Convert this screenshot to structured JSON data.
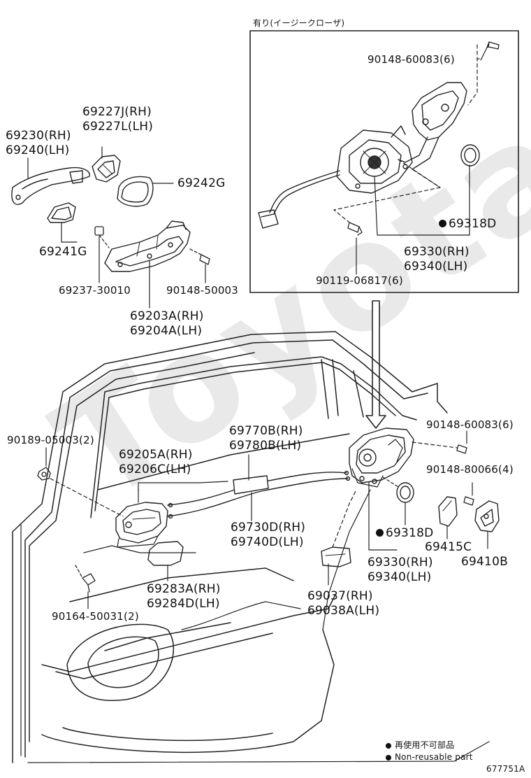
{
  "inset": {
    "title": "有り(イージークローザ)",
    "labels": {
      "bolt_top": "90148-60083(6)",
      "non_reusable_part": "69318D",
      "lock_rh": "69330(RH)",
      "lock_lh": "69340(LH)",
      "bolt_bottom": "90119-06817(6)"
    }
  },
  "handle_group": {
    "cover_rh": "69227J(RH)",
    "cover_lh": "69227L(LH)",
    "handle_rh": "69230(RH)",
    "handle_lh": "69240(LH)",
    "pad_rear": "69242G",
    "pad_front": "69241G",
    "cap": "69237-30010",
    "bolt": "90148-50003",
    "frame_rh": "69203A(RH)",
    "frame_lh": "69204A(LH)"
  },
  "door_group": {
    "clip": "90189-05003(2)",
    "inner_handle_rh": "69205A(RH)",
    "inner_handle_lh": "69206C(LH)",
    "cable_rh": "69770B(RH)",
    "cable_lh": "69780B(LH)",
    "rod_rh": "69730D(RH)",
    "rod_lh": "69740D(LH)",
    "bezel_rh": "69283A(RH)",
    "bezel_lh": "69284D(LH)",
    "screw": "90164-50031(2)",
    "striker_screw": "90148-60083(6)",
    "striker_bolt": "90148-80066(4)",
    "non_reusable_part": "69318D",
    "lock_rh": "69330(RH)",
    "lock_lh": "69340(LH)",
    "striker_cover": "69415C",
    "striker": "69410B",
    "protector_rh": "69037(RH)",
    "protector_lh": "69038A(LH)"
  },
  "legend": {
    "jp": "再使用不可部品",
    "en": "Non-reusable part"
  },
  "watermark": "Toyota",
  "figure_id": "677751A"
}
